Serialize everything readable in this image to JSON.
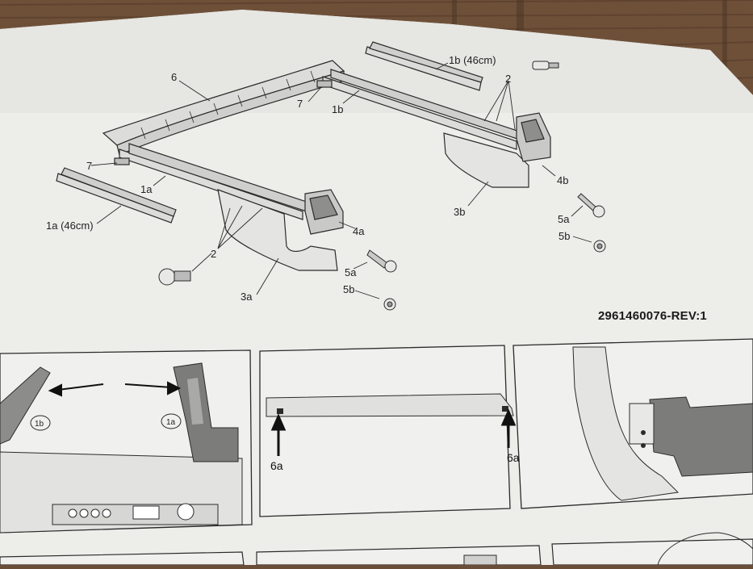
{
  "document": {
    "part_number": "2961460076-REV:1",
    "colors": {
      "paper": "#ececec",
      "line": "#2b2b2b",
      "part_fill": "#d9d9d9",
      "wood": "#6b4e37"
    }
  },
  "exploded_view": {
    "callouts": [
      {
        "id": "c-6",
        "text": "6"
      },
      {
        "id": "c-7-top",
        "text": "7"
      },
      {
        "id": "c-1b",
        "text": "1b"
      },
      {
        "id": "c-1b-46",
        "text": "1b (46cm)"
      },
      {
        "id": "c-2-top",
        "text": "2"
      },
      {
        "id": "c-7-left",
        "text": "7"
      },
      {
        "id": "c-1a",
        "text": "1a"
      },
      {
        "id": "c-1a-46",
        "text": "1a (46cm)"
      },
      {
        "id": "c-4b",
        "text": "4b"
      },
      {
        "id": "c-3b",
        "text": "3b"
      },
      {
        "id": "c-5a-right",
        "text": "5a"
      },
      {
        "id": "c-5b-right",
        "text": "5b"
      },
      {
        "id": "c-4a",
        "text": "4a"
      },
      {
        "id": "c-2-bottom",
        "text": "2"
      },
      {
        "id": "c-5a-bottom",
        "text": "5a"
      },
      {
        "id": "c-5b-bottom",
        "text": "5b"
      },
      {
        "id": "c-3a",
        "text": "3a"
      }
    ]
  },
  "steps": {
    "panel1": {
      "badge_left": "1b",
      "badge_right": "1a"
    },
    "panel2": {
      "label_left": "6a",
      "label_right": "6a"
    }
  }
}
